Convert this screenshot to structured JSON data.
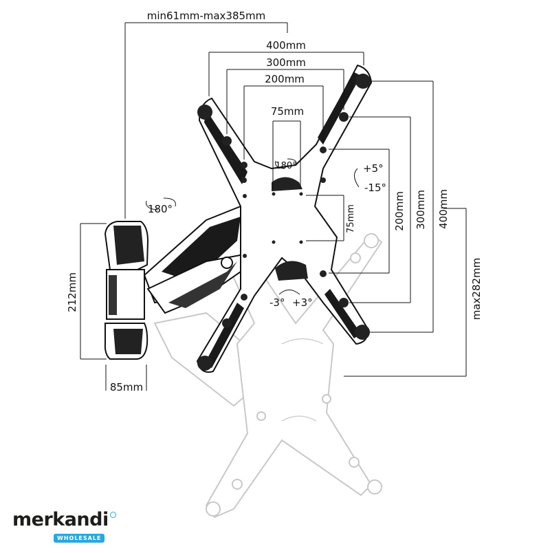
{
  "dimensions": {
    "depth_range": "min61mm-max385mm",
    "vesa_h_400": "400mm",
    "vesa_h_300": "300mm",
    "vesa_h_200": "200mm",
    "vesa_h_75": "75mm",
    "vesa_v_200": "200mm",
    "vesa_v_300": "300mm",
    "vesa_v_400": "400mm",
    "vesa_v_75": "75mm",
    "max_height": "max282mm",
    "wall_plate_height": "212mm",
    "wall_plate_width": "85mm"
  },
  "rotations": {
    "arm_swivel": "180°",
    "head_swivel": "180°",
    "tilt_up": "+5°",
    "tilt_down": "-15°",
    "level_left": "-3°",
    "level_right": "+3°"
  },
  "brand": {
    "name": "merkandi",
    "badge": "WHOLESALE",
    "accent_color": "#2aa7df"
  }
}
